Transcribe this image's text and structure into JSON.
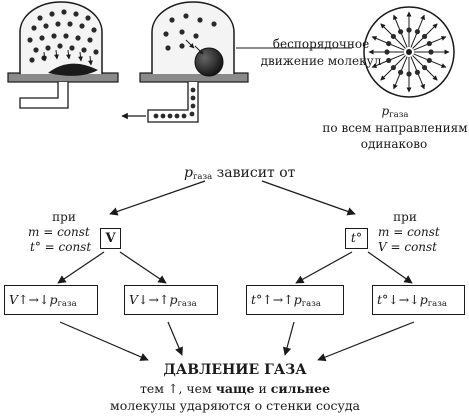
{
  "top": {
    "caption_line1": "беспорядочное",
    "caption_line2": "движение молекул",
    "pressure_symbol": "p",
    "pressure_sub": "газа",
    "uniform_line1": "по всем направлениям",
    "uniform_line2": "одинаково"
  },
  "center": {
    "symbol": "p",
    "sub": "газа",
    "text": "зависит от"
  },
  "left_branch": {
    "cond_pri": "при",
    "cond_m": "m = const",
    "cond_t": "t° = const",
    "key": "V",
    "leaf1": {
      "a": "V",
      "b": "↑→↓",
      "c": "p",
      "sub": "газа"
    },
    "leaf2": {
      "a": "V",
      "b": "↓→↑",
      "c": "p",
      "sub": "газа"
    }
  },
  "right_branch": {
    "cond_pri": "при",
    "cond_m": "m = const",
    "cond_v": "V = const",
    "key": "t°",
    "leaf1": {
      "a": "t°",
      "b": "↑→↑",
      "c": "p",
      "sub": "газа"
    },
    "leaf2": {
      "a": "t°",
      "b": "↓→↓",
      "c": "p",
      "sub": "газа"
    }
  },
  "bottom": {
    "title": "ДАВЛЕНИЕ ГАЗА",
    "l1_a": "тем ",
    "l1_arrow": "↑",
    "l1_b": ", чем ",
    "l1_c": "чаще",
    "l1_d": " и ",
    "l1_e": "сильнее",
    "l2": "молекулы ударяются о стенки сосуда"
  },
  "colors": {
    "ink": "#1a1a1a",
    "molecule": "#2a2a2a",
    "plate": "#8a8a8a"
  }
}
